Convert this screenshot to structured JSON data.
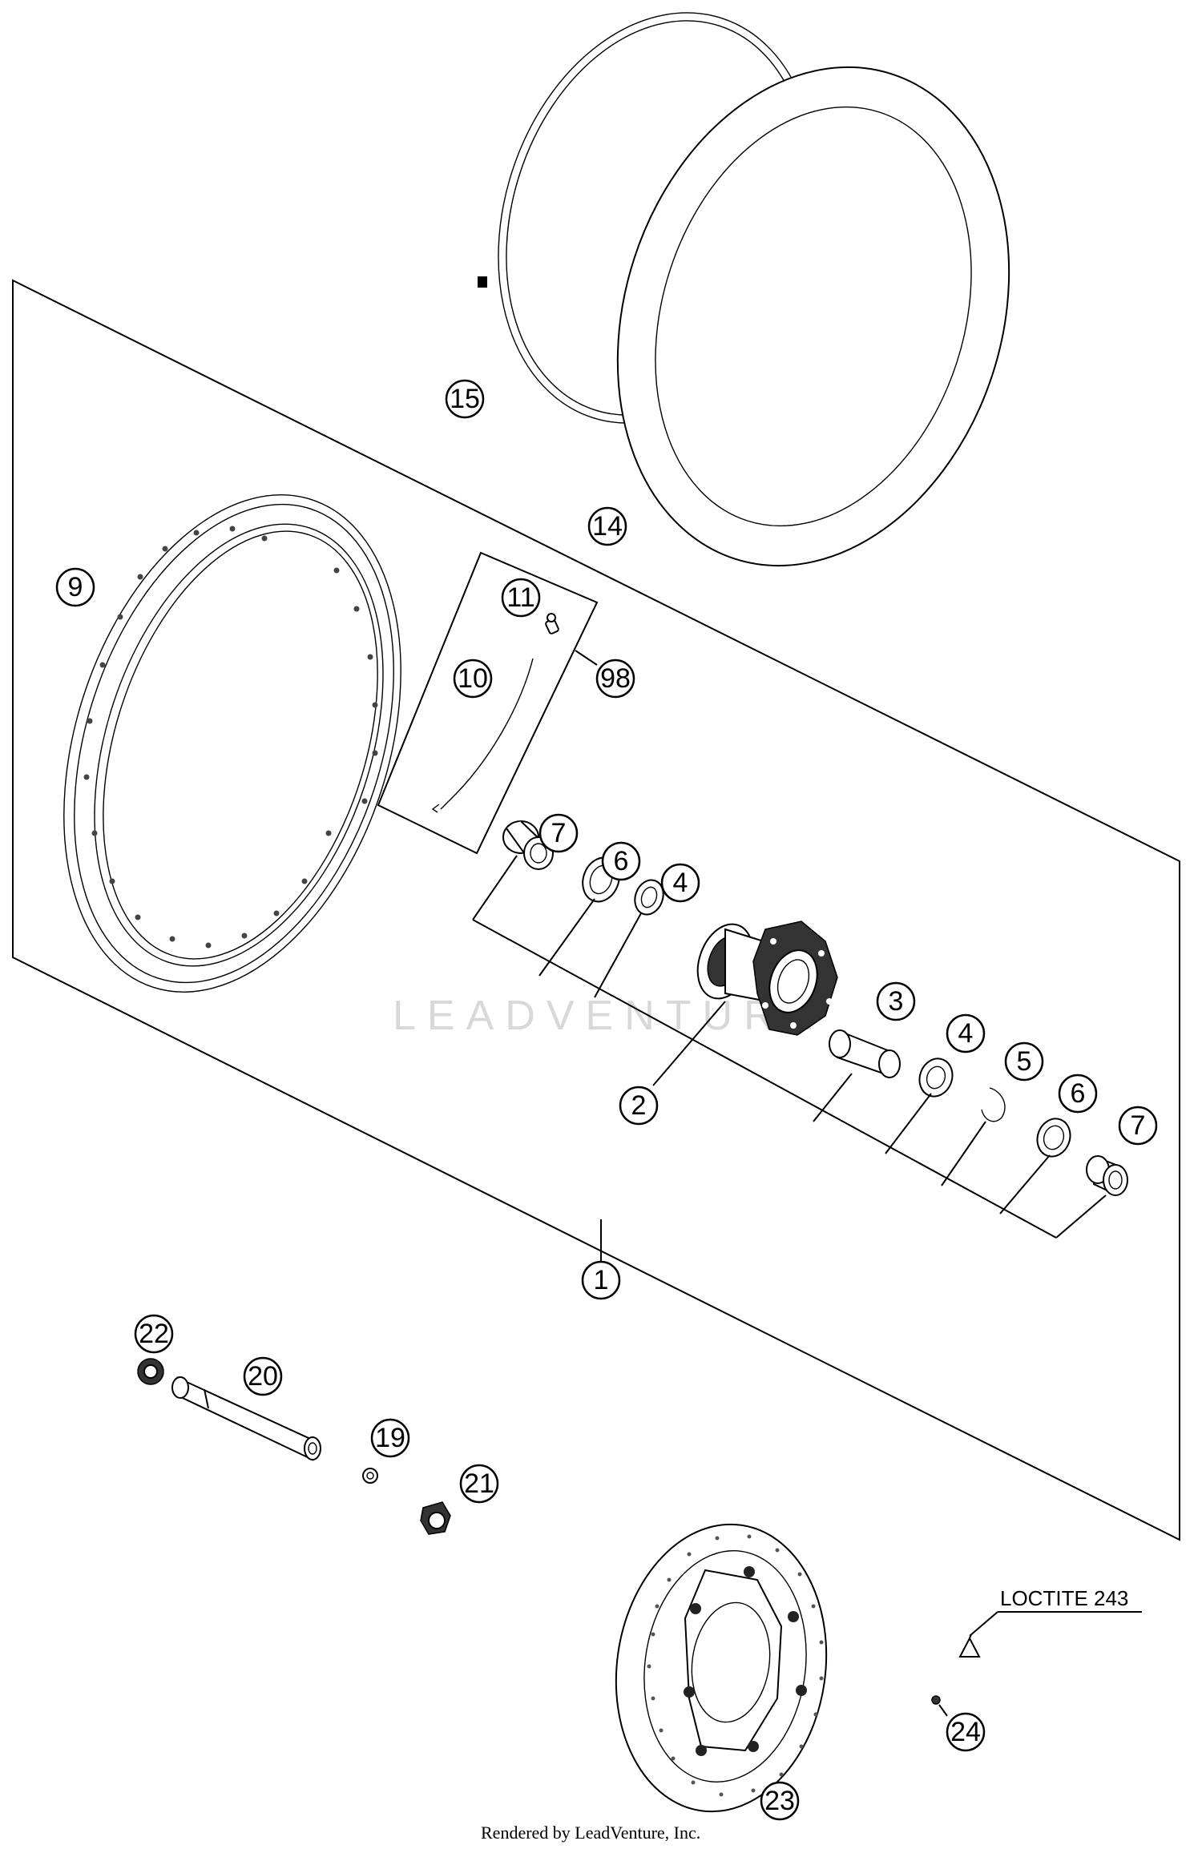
{
  "diagram": {
    "footer": "Rendered by LeadVenture, Inc.",
    "watermark": "LEADVENTURE",
    "note": "LOCTITE 243",
    "callouts": {
      "c15": "15",
      "c14": "14",
      "c9": "9",
      "c11": "11",
      "c10": "10",
      "c98": "98",
      "c7a": "7",
      "c6a": "6",
      "c4a": "4",
      "c3": "3",
      "c4b": "4",
      "c5": "5",
      "c6b": "6",
      "c7b": "7",
      "c2": "2",
      "c1": "1",
      "c22": "22",
      "c20": "20",
      "c19": "19",
      "c21": "21",
      "c23": "23",
      "c24": "24"
    }
  }
}
